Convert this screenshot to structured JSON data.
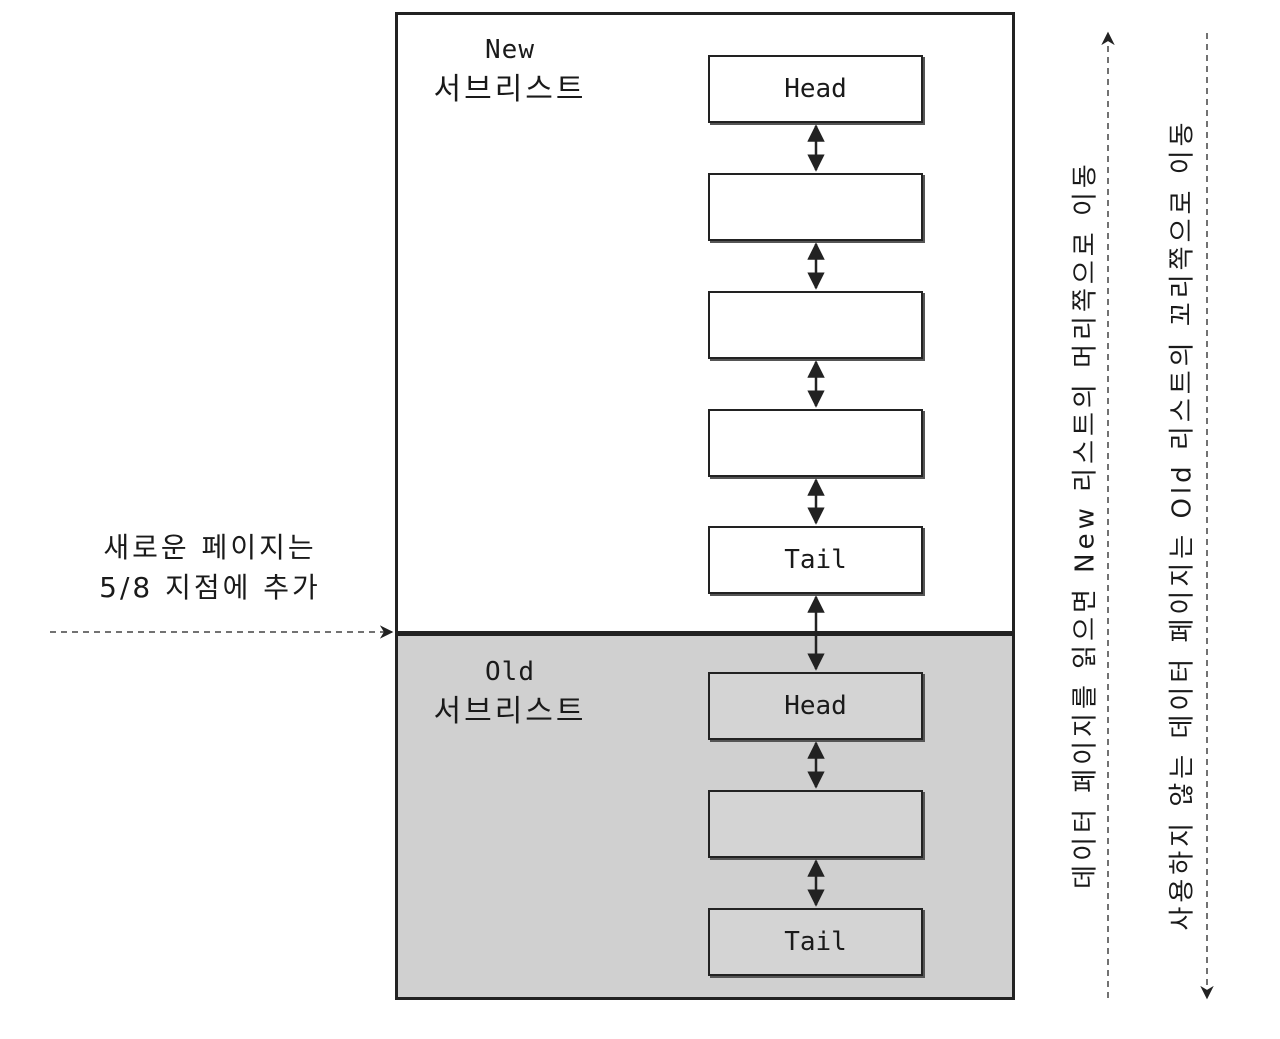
{
  "new_sublist": {
    "title_en": "New",
    "title_ko": "서브리스트",
    "nodes": [
      "Head",
      "",
      "",
      "",
      "Tail"
    ]
  },
  "old_sublist": {
    "title_en": "Old",
    "title_ko": "서브리스트",
    "nodes": [
      "Head",
      "",
      "Tail"
    ]
  },
  "insert_point": {
    "line1": "새로운 페이지는",
    "line2": "5/8 지점에 추가"
  },
  "side_notes": {
    "read_move": "데이터 페이지를 읽으면 New 리스트의 머리쪽으로 이동",
    "unused_move": "사용하지 않는 데이터 페이지는 Old 리스트의 꼬리쪽으로 이동"
  },
  "colors": {
    "new_bg": "#ffffff",
    "old_bg": "#d0d0d0",
    "border": "#222222"
  }
}
